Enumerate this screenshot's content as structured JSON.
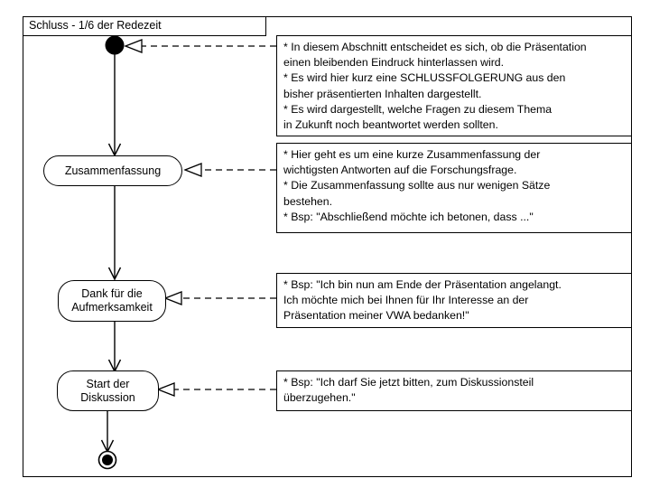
{
  "diagram": {
    "type": "uml-activity-diagram",
    "frame_title": "Schluss - 1/6 der Redezeit",
    "initial_node": "initial-node",
    "final_node": "final-node",
    "actions": [
      {
        "id": "zusammenfassung",
        "label": "Zusammenfassung"
      },
      {
        "id": "dank",
        "label": "Dank für die\nAufmerksamkeit"
      },
      {
        "id": "diskussion",
        "label": "Start der\nDiskussion"
      }
    ],
    "notes": [
      {
        "id": "note-initial",
        "text": "* In diesem Abschnitt entscheidet es sich, ob die Präsentation\neinen bleibenden Eindruck hinterlassen wird.\n* Es wird hier kurz eine SCHLUSSFOLGERUNG aus den\nbisher präsentierten Inhalten dargestellt.\n* Es wird dargestellt, welche Fragen zu diesem Thema\nin Zukunft noch beantwortet werden sollten."
      },
      {
        "id": "note-zusammenfassung",
        "text": "* Hier geht es um eine kurze Zusammenfassung der\nwichtigsten Antworten auf die Forschungsfrage.\n* Die Zusammenfassung sollte aus nur wenigen Sätze\nbestehen.\n* Bsp: \"Abschließend möchte ich betonen, dass ...\""
      },
      {
        "id": "note-dank",
        "text": "* Bsp: \"Ich bin nun am Ende der Präsentation angelangt.\nIch möchte mich bei Ihnen für Ihr Interesse an der\nPräsentation meiner VWA bedanken!\""
      },
      {
        "id": "note-diskussion",
        "text": "* Bsp: \"Ich darf Sie jetzt bitten, zum Diskussionsteil\nüberzugehen.\""
      }
    ],
    "colors": {
      "stroke": "#000000",
      "background": "#ffffff"
    }
  }
}
